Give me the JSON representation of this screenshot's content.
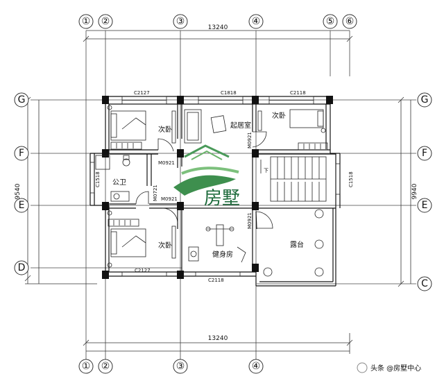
{
  "axes": {
    "top": [
      "①",
      "②",
      "③",
      "④",
      "⑤",
      "⑥"
    ],
    "bottom": [
      "①",
      "②",
      "③",
      "④"
    ],
    "left": [
      "G",
      "F",
      "E",
      "D"
    ],
    "right": [
      "G",
      "F",
      "E",
      "C"
    ]
  },
  "dimensions": {
    "top_total": "13240",
    "bottom_total": "13240",
    "left_total": "9540",
    "right_total": "9940"
  },
  "windows": {
    "w1": "C2127",
    "w2": "C1818",
    "w3": "C2118",
    "w4": "C1518",
    "w5": "C1518",
    "w6": "C2127",
    "w7": "C2118"
  },
  "doors": {
    "d1": "M0921",
    "d2": "M0921",
    "d3": "M0721",
    "d4": "M0921",
    "d5": "M0921"
  },
  "rooms": {
    "bedroom_nw": "次卧",
    "bedroom_ne": "次卧",
    "bedroom_sw": "次卧",
    "living": "起居室",
    "bath": "公卫",
    "gym": "健身房",
    "terrace": "露台",
    "stair_down": "下"
  },
  "watermark": {
    "logo_text": "房墅",
    "credit": "头条 @房墅中心"
  }
}
